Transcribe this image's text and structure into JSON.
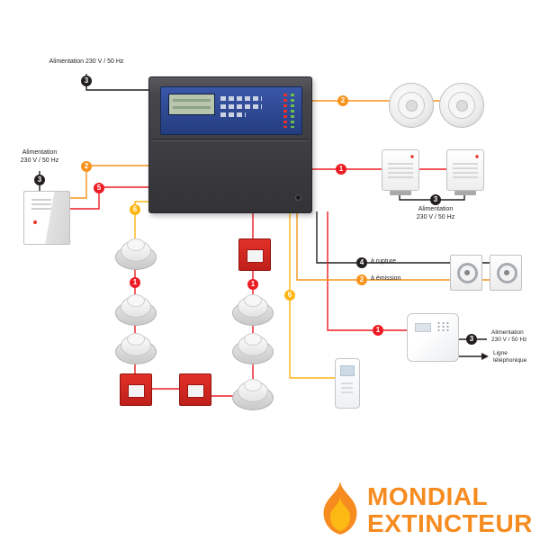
{
  "colors": {
    "cable_red": "#ed1c24",
    "cable_orange": "#f7941d",
    "cable_yellow": "#fdb515",
    "cable_black": "#231f20",
    "brand_orange": "#f68b1f",
    "callpoint_red": "#d61f26",
    "panel_face_blue": "#2c4790"
  },
  "labels": {
    "power_top": "Alimentation 230 V / 50 Hz",
    "power_word": "Alimentation",
    "power_spec": "230 V / 50 Hz",
    "break_mode": "à rupture",
    "emit_mode": "à émission",
    "phone_word1": "Ligne",
    "phone_word2": "téléphonique"
  },
  "markers": [
    {
      "label": "3",
      "color": "black"
    },
    {
      "label": "2",
      "color": "orange"
    },
    {
      "label": "1",
      "color": "red"
    },
    {
      "label": "3",
      "color": "black"
    },
    {
      "label": "4",
      "color": "black"
    },
    {
      "label": "2",
      "color": "orange"
    },
    {
      "label": "1",
      "color": "red"
    },
    {
      "label": "3",
      "color": "black"
    },
    {
      "label": "3",
      "color": "black"
    },
    {
      "label": "2",
      "color": "orange"
    },
    {
      "label": "5",
      "color": "red"
    },
    {
      "label": "6",
      "color": "yellow"
    },
    {
      "label": "1",
      "color": "red"
    },
    {
      "label": "1",
      "color": "red"
    },
    {
      "label": "6",
      "color": "yellow"
    }
  ],
  "brand": {
    "line1": "MONDIAL",
    "line2": "EXTINCTEUR"
  }
}
